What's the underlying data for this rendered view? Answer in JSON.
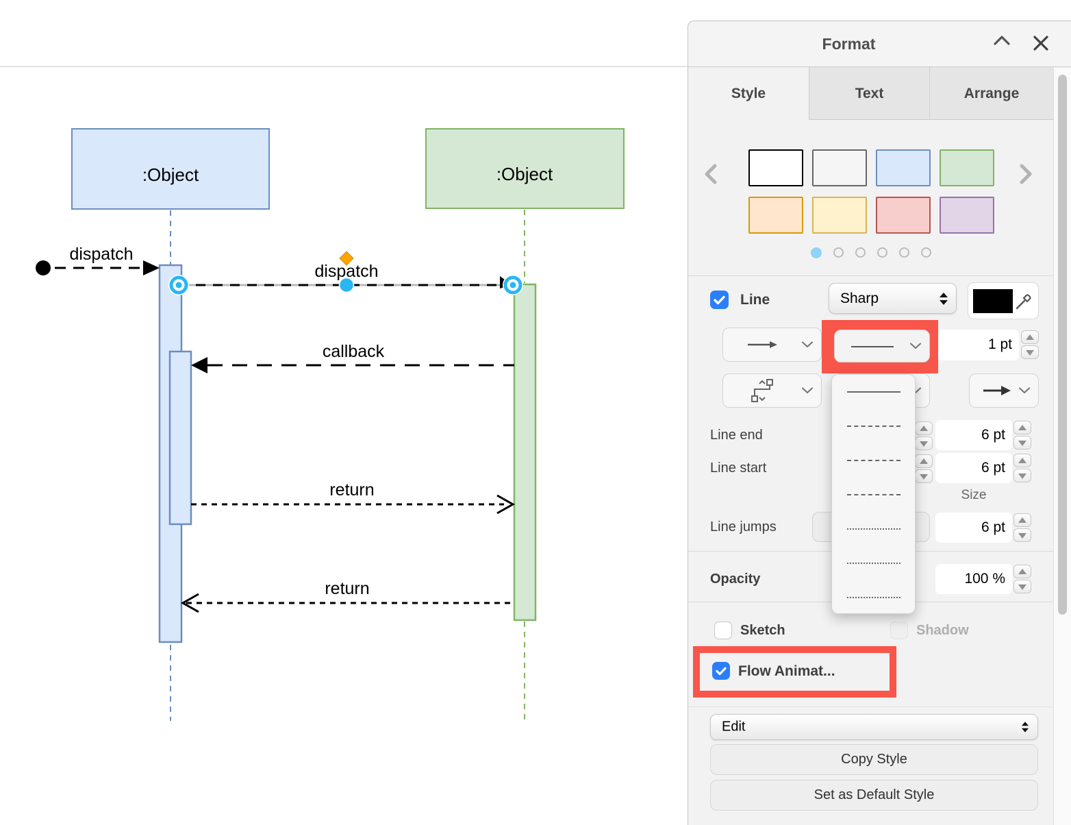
{
  "diagram": {
    "actors": [
      {
        "label": ":Object"
      },
      {
        "label": ":Object"
      }
    ],
    "messages": [
      {
        "label": "dispatch"
      },
      {
        "label": "dispatch"
      },
      {
        "label": "callback"
      },
      {
        "label": "return"
      },
      {
        "label": "return"
      }
    ]
  },
  "panel": {
    "title": "Format",
    "tabs": [
      {
        "label": "Style",
        "active": true
      },
      {
        "label": "Text",
        "active": false
      },
      {
        "label": "Arrange",
        "active": false
      }
    ],
    "swatches": [
      {
        "fill": "#FFFFFF",
        "stroke": "#000000"
      },
      {
        "fill": "#F5F5F5",
        "stroke": "#666666"
      },
      {
        "fill": "#DAE8FC",
        "stroke": "#6C8EBF"
      },
      {
        "fill": "#D5E8D4",
        "stroke": "#82B366"
      },
      {
        "fill": "#FFE6CC",
        "stroke": "#D79B00"
      },
      {
        "fill": "#FFF2CC",
        "stroke": "#D6B656"
      },
      {
        "fill": "#F8CECC",
        "stroke": "#B85450"
      },
      {
        "fill": "#E1D5E7",
        "stroke": "#9673A6"
      }
    ],
    "swatch_pager": {
      "pages": 6,
      "active_index": 0
    },
    "line": {
      "label": "Line",
      "corner_style": "Sharp",
      "width": "1 pt",
      "line_end_label": "Line end",
      "line_start_label": "Line start",
      "line_end_size": "6 pt",
      "line_start_size": "6 pt",
      "size_caption": "Size",
      "line_jumps_label": "Line jumps",
      "line_jumps_size": "6 pt",
      "style_options": [
        "solid",
        "dashed",
        "dashed",
        "dashed",
        "dotted",
        "dotted",
        "dotted"
      ]
    },
    "opacity": {
      "label": "Opacity",
      "value": "100 %"
    },
    "toggles": {
      "sketch_label": "Sketch",
      "shadow_label": "Shadow",
      "flow_label": "Flow Animat..."
    },
    "footer": {
      "edit_label": "Edit",
      "copy_style_label": "Copy Style",
      "set_default_label": "Set as Default Style"
    }
  },
  "colors": {
    "highlight_red": "#f8564a",
    "handle_cyan": "#29b6f2",
    "checkbox_blue": "#2c7ef8",
    "pager_active_dot": "#8fd4f9",
    "node_blue_fill": "#dae8fc",
    "node_blue_stroke": "#6c8ebf",
    "node_green_fill": "#d5e8d4",
    "node_green_stroke": "#82b366",
    "label_handle_orange": "#ffa500",
    "edge_black": "#000000"
  }
}
